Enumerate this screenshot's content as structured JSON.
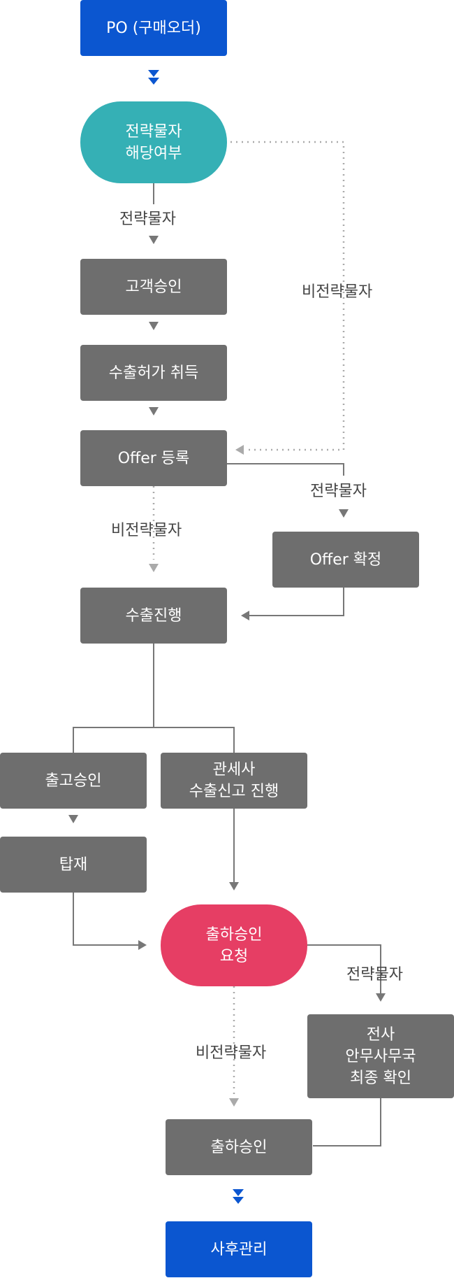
{
  "colors": {
    "blue": "#0b56d0",
    "teal": "#35b0b5",
    "gray": "#6e6e6e",
    "pink": "#e63e64",
    "line": "#777777",
    "dotted": "#aaaaaa"
  },
  "nodes": {
    "po": "PO (구매오더)",
    "strategic_check": "전략물자\n해당여부",
    "customer_approval": "고객승인",
    "export_license": "수출허가 취득",
    "offer_register": "Offer 등록",
    "offer_confirm": "Offer 확정",
    "export_progress": "수출진행",
    "shipping_approval": "출고승인",
    "customs_export": "관세사\n수출신고 진행",
    "loading": "탑재",
    "shipment_request": "출하승인\n요청",
    "security_office": "전사\n안무사무국\n최종 확인",
    "shipment_approval": "출하승인",
    "after_service": "사후관리"
  },
  "labels": {
    "strategic_1": "전략물자",
    "non_strategic_1": "비전략물자",
    "strategic_2": "전략물자",
    "non_strategic_2": "비전략물자",
    "strategic_3": "전략물자",
    "non_strategic_3": "비전략물자"
  }
}
